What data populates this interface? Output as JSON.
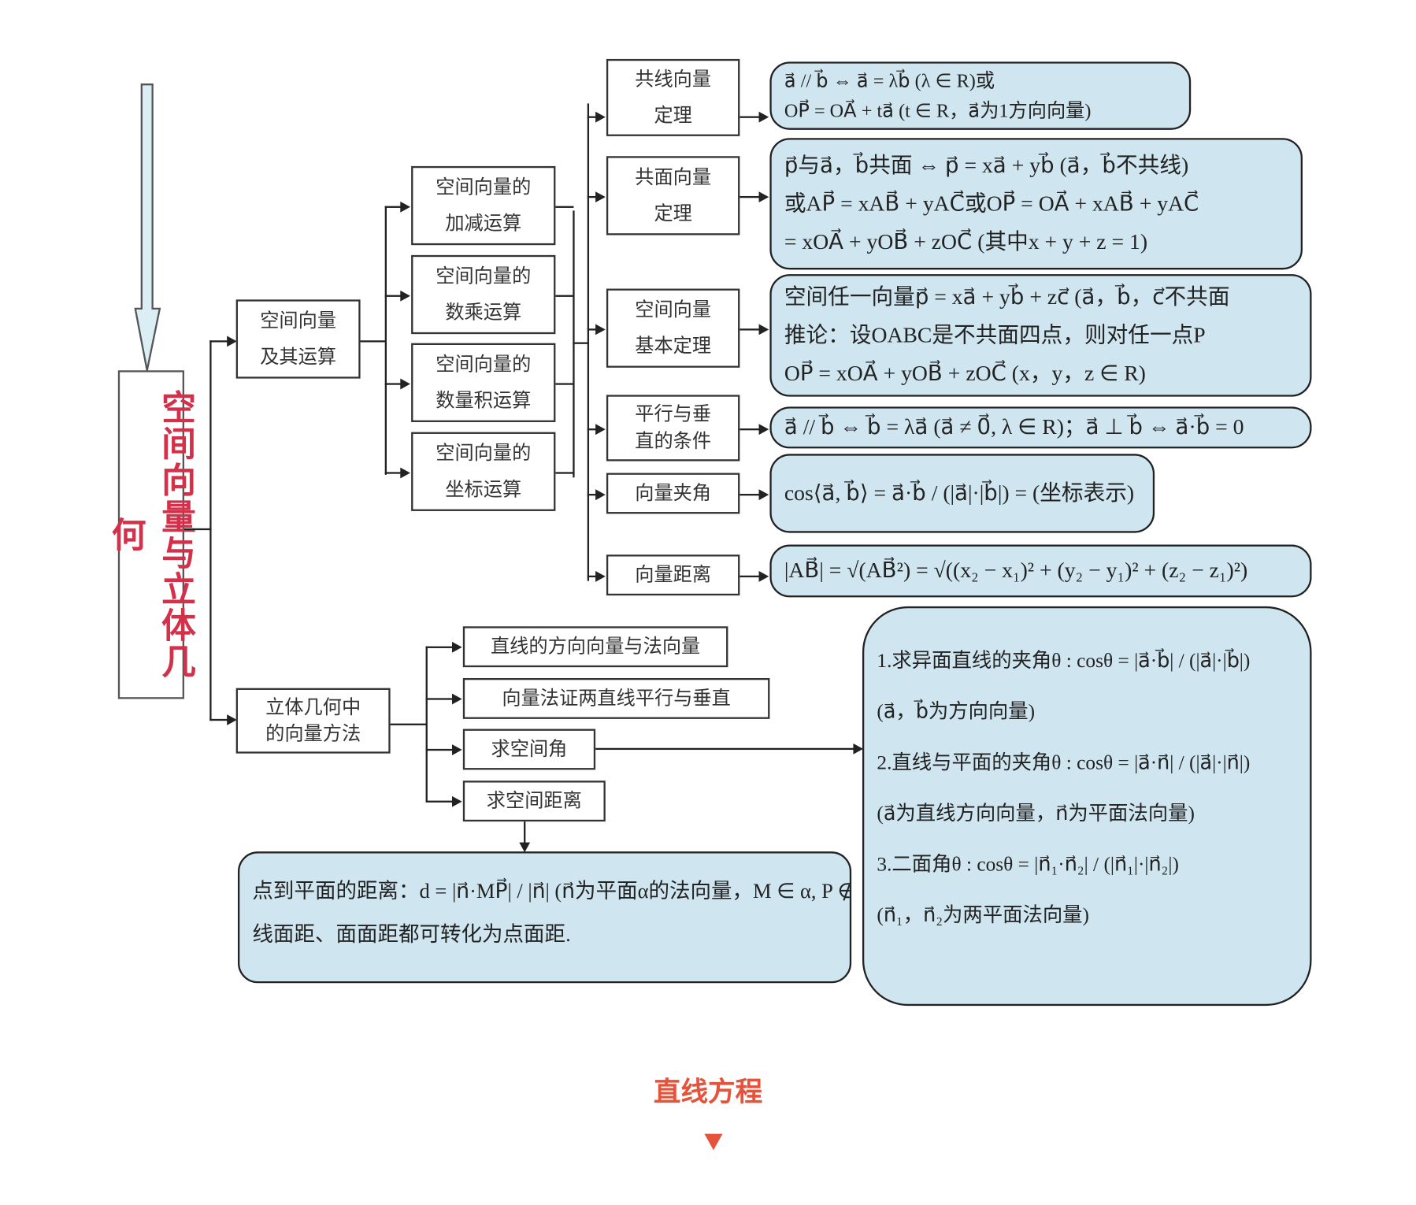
{
  "title": "空间向量与立体几何",
  "branch1": {
    "label": [
      "空间向量",
      "及其运算"
    ],
    "ops": [
      [
        "空间向量的",
        "加减运算"
      ],
      [
        "空间向量的",
        "数乘运算"
      ],
      [
        "空间向量的",
        "数量积运算"
      ],
      [
        "空间向量的",
        "坐标运算"
      ]
    ],
    "topics": [
      {
        "label": [
          "共线向量",
          "定理"
        ],
        "formula": [
          "a⃗ // b⃗ ⇔ a⃗ = λb⃗ (λ ∈ R)或",
          "OP⃗ = OA⃗ + ta⃗ (t ∈ R，a⃗为1方向向量)"
        ]
      },
      {
        "label": [
          "共面向量",
          "定理"
        ],
        "formula": [
          "p⃗与a⃗，b⃗共面 ⇔ p⃗ = xa⃗ + yb⃗ (a⃗，b⃗不共线)",
          "或AP⃗ = xAB⃗ + yAC⃗或OP⃗ = OA⃗ + xAB⃗ + yAC⃗",
          "= xOA⃗ + yOB⃗ + zOC⃗ (其中x + y + z = 1)"
        ]
      },
      {
        "label": [
          "空间向量",
          "基本定理"
        ],
        "formula": [
          "空间任一向量p⃗ = xa⃗ + yb⃗ + zc⃗ (a⃗，b⃗，c⃗不共面",
          "推论：设OABC是不共面四点，则对任一点P",
          "OP⃗ = xOA⃗ + yOB⃗ + zOC⃗ (x，y，z ∈ R)"
        ]
      },
      {
        "label": [
          "平行与垂",
          "直的条件"
        ],
        "formula": [
          "a⃗ // b⃗ ⇔ b⃗ = λa⃗ (a⃗ ≠ 0⃗, λ ∈ R)；a⃗ ⊥ b⃗ ⇔ a⃗·b⃗ = 0"
        ]
      },
      {
        "label": [
          "向量夹角"
        ],
        "formula": [
          "cos⟨a⃗, b⃗⟩ = a⃗·b⃗ / (|a⃗|·|b⃗|) = (坐标表示)"
        ]
      },
      {
        "label": [
          "向量距离"
        ],
        "formula": [
          "|AB⃗| = √(AB⃗²) = √((x₂ − x₁)² + (y₂ − y₁)² + (z₂ − z₁)²)"
        ]
      }
    ]
  },
  "branch2": {
    "label": [
      "立体几何中",
      "的向量方法"
    ],
    "items": [
      "直线的方向向量与法向量",
      "向量法证两直线平行与垂直",
      "求空间角",
      "求空间距离"
    ],
    "distance": [
      "点到平面的距离：d = |n⃗·MP⃗| / |n⃗|  (n⃗为平面α的法向量，M ∈ α, P ∉ α)",
      "线面距、面面距都可转化为点面距."
    ],
    "angles": [
      "1.求异面直线的夹角θ : cosθ = |a⃗·b⃗| / (|a⃗|·|b⃗|)",
      "(a⃗，b⃗为方向向量)",
      "2.直线与平面的夹角θ : cosθ = |a⃗·n⃗| / (|a⃗|·|n⃗|)",
      "(a⃗为直线方向向量，n⃗为平面法向量)",
      "3.二面角θ : cosθ = |n⃗₁·n⃗₂| / (|n⃗₁|·|n⃗₂|)",
      "(n⃗₁，n⃗₂为两平面法向量)"
    ]
  },
  "footer": {
    "heading": "直线方程"
  },
  "colors": {
    "title": "#d4304a",
    "formula_bg": "#cfe6f0",
    "footer": "#e5533a"
  }
}
